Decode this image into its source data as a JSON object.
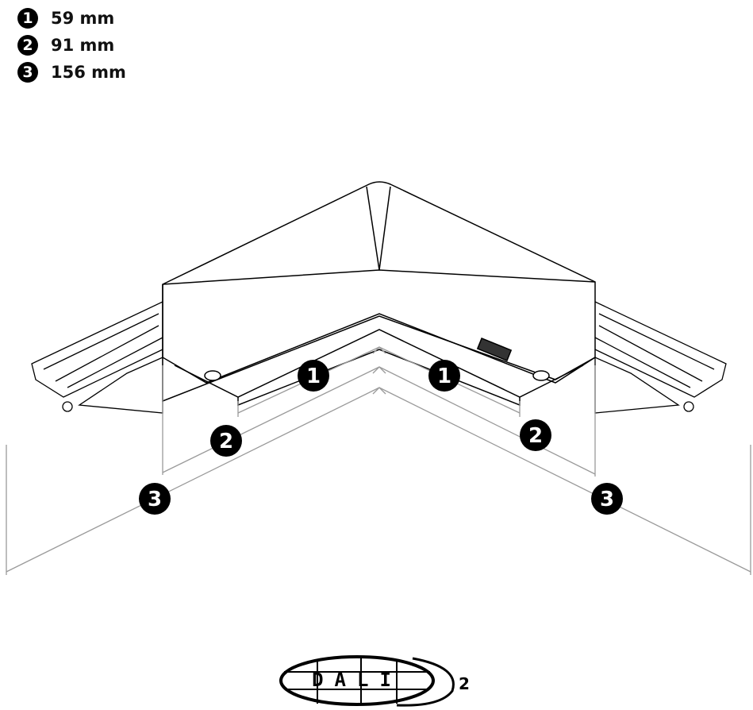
{
  "legend": [
    {
      "number": "1",
      "value": "59 mm"
    },
    {
      "number": "2",
      "value": "91 mm"
    },
    {
      "number": "3",
      "value": "156 mm"
    }
  ],
  "callouts": {
    "one": "1",
    "two": "2",
    "three": "3"
  },
  "logo": {
    "text": "DALI",
    "suffix": "2"
  },
  "colors": {
    "dimension_line": "#9a9a9a",
    "ink": "#000000"
  }
}
